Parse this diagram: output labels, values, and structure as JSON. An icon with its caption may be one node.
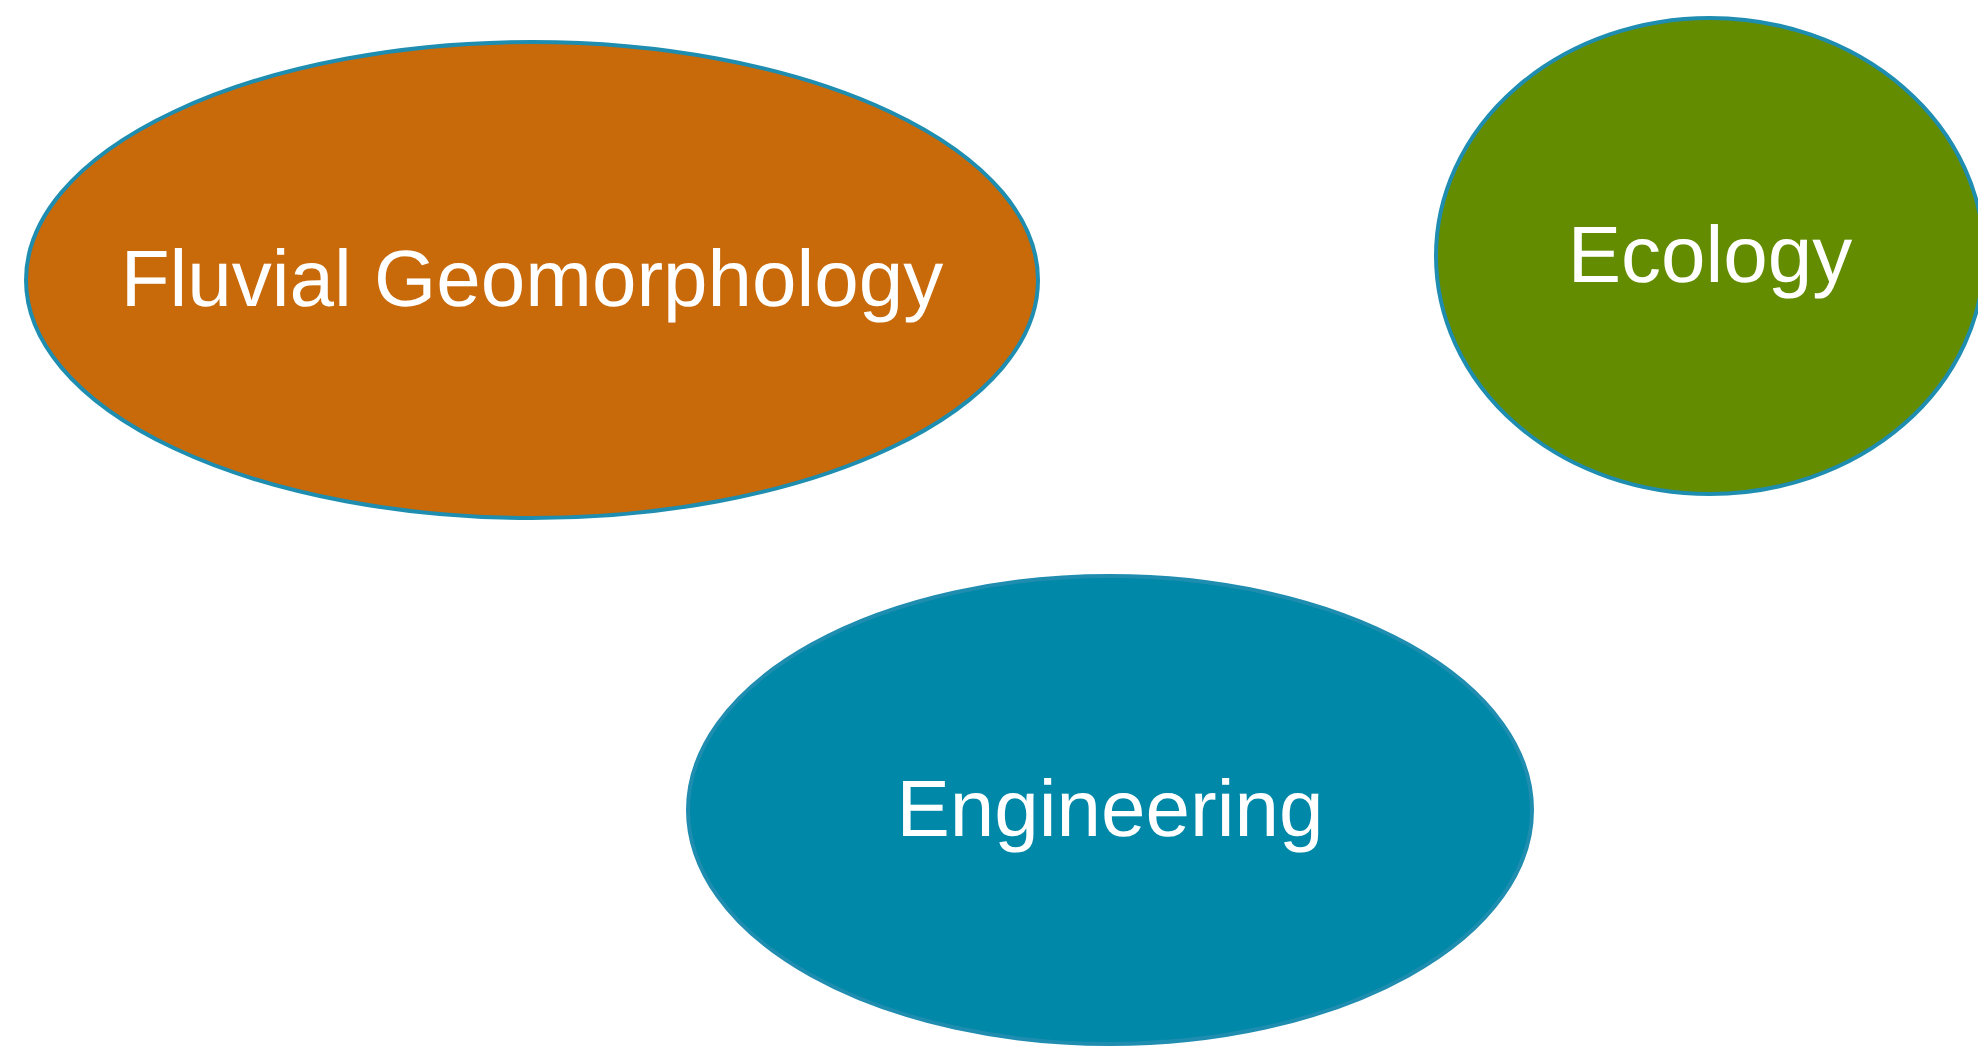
{
  "diagram": {
    "nodes": [
      {
        "text": [
          "Fluvial Geomorphology"
        ]
      },
      {
        "text": [
          "Ecology"
        ]
      },
      {
        "text": [
          "Engineering"
        ]
      }
    ],
    "edges": []
  }
}
